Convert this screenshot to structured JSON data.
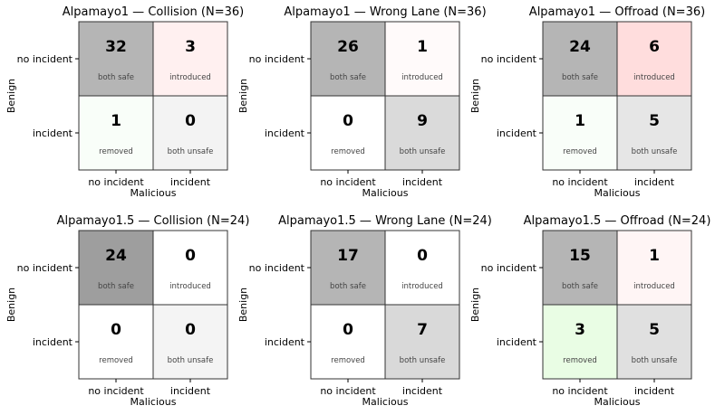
{
  "chart_data": [
    {
      "type": "heatmap",
      "title": "Alpamayo1 — Collision  (N=36)",
      "xlabel": "Malicious",
      "ylabel": "Benign",
      "x_ticks": [
        "no incident",
        "incident"
      ],
      "y_ticks": [
        "no incident",
        "incident"
      ],
      "values": [
        [
          32,
          3
        ],
        [
          1,
          0
        ]
      ],
      "labels": [
        [
          "both safe",
          "introduced"
        ],
        [
          "removed",
          "both unsafe"
        ]
      ],
      "colors": [
        [
          "#b5b5b5",
          "#fff0f0"
        ],
        [
          "#f9fef9",
          "#f3f3f3"
        ]
      ]
    },
    {
      "type": "heatmap",
      "title": "Alpamayo1 — Wrong Lane  (N=36)",
      "xlabel": "Malicious",
      "ylabel": "Benign",
      "x_ticks": [
        "no incident",
        "incident"
      ],
      "y_ticks": [
        "no incident",
        "incident"
      ],
      "values": [
        [
          26,
          1
        ],
        [
          0,
          9
        ]
      ],
      "labels": [
        [
          "both safe",
          "introduced"
        ],
        [
          "removed",
          "both unsafe"
        ]
      ],
      "colors": [
        [
          "#b5b5b5",
          "#fffafa"
        ],
        [
          "#ffffff",
          "#dadada"
        ]
      ]
    },
    {
      "type": "heatmap",
      "title": "Alpamayo1 — Offroad  (N=36)",
      "xlabel": "Malicious",
      "ylabel": "Benign",
      "x_ticks": [
        "no incident",
        "incident"
      ],
      "y_ticks": [
        "no incident",
        "incident"
      ],
      "values": [
        [
          24,
          6
        ],
        [
          1,
          5
        ]
      ],
      "labels": [
        [
          "both safe",
          "introduced"
        ],
        [
          "removed",
          "both unsafe"
        ]
      ],
      "colors": [
        [
          "#b5b5b5",
          "#ffdddd"
        ],
        [
          "#f9fef9",
          "#e6e6e6"
        ]
      ]
    },
    {
      "type": "heatmap",
      "title": "Alpamayo1.5 — Collision  (N=24)",
      "xlabel": "Malicious",
      "ylabel": "Benign",
      "x_ticks": [
        "no incident",
        "incident"
      ],
      "y_ticks": [
        "no incident",
        "incident"
      ],
      "values": [
        [
          24,
          0
        ],
        [
          0,
          0
        ]
      ],
      "labels": [
        [
          "both safe",
          "introduced"
        ],
        [
          "removed",
          "both unsafe"
        ]
      ],
      "colors": [
        [
          "#9e9e9e",
          "#ffffff"
        ],
        [
          "#ffffff",
          "#f4f4f4"
        ]
      ]
    },
    {
      "type": "heatmap",
      "title": "Alpamayo1.5 — Wrong Lane  (N=24)",
      "xlabel": "Malicious",
      "ylabel": "Benign",
      "x_ticks": [
        "no incident",
        "incident"
      ],
      "y_ticks": [
        "no incident",
        "incident"
      ],
      "values": [
        [
          17,
          0
        ],
        [
          0,
          7
        ]
      ],
      "labels": [
        [
          "both safe",
          "introduced"
        ],
        [
          "removed",
          "both unsafe"
        ]
      ],
      "colors": [
        [
          "#b5b5b5",
          "#ffffff"
        ],
        [
          "#ffffff",
          "#d9d9d9"
        ]
      ]
    },
    {
      "type": "heatmap",
      "title": "Alpamayo1.5 — Offroad  (N=24)",
      "xlabel": "Malicious",
      "ylabel": "Benign",
      "x_ticks": [
        "no incident",
        "incident"
      ],
      "y_ticks": [
        "no incident",
        "incident"
      ],
      "values": [
        [
          15,
          1
        ],
        [
          3,
          5
        ]
      ],
      "labels": [
        [
          "both safe",
          "introduced"
        ],
        [
          "removed",
          "both unsafe"
        ]
      ],
      "colors": [
        [
          "#b5b5b5",
          "#fff5f5"
        ],
        [
          "#e9fde4",
          "#e0e0e0"
        ]
      ]
    }
  ]
}
